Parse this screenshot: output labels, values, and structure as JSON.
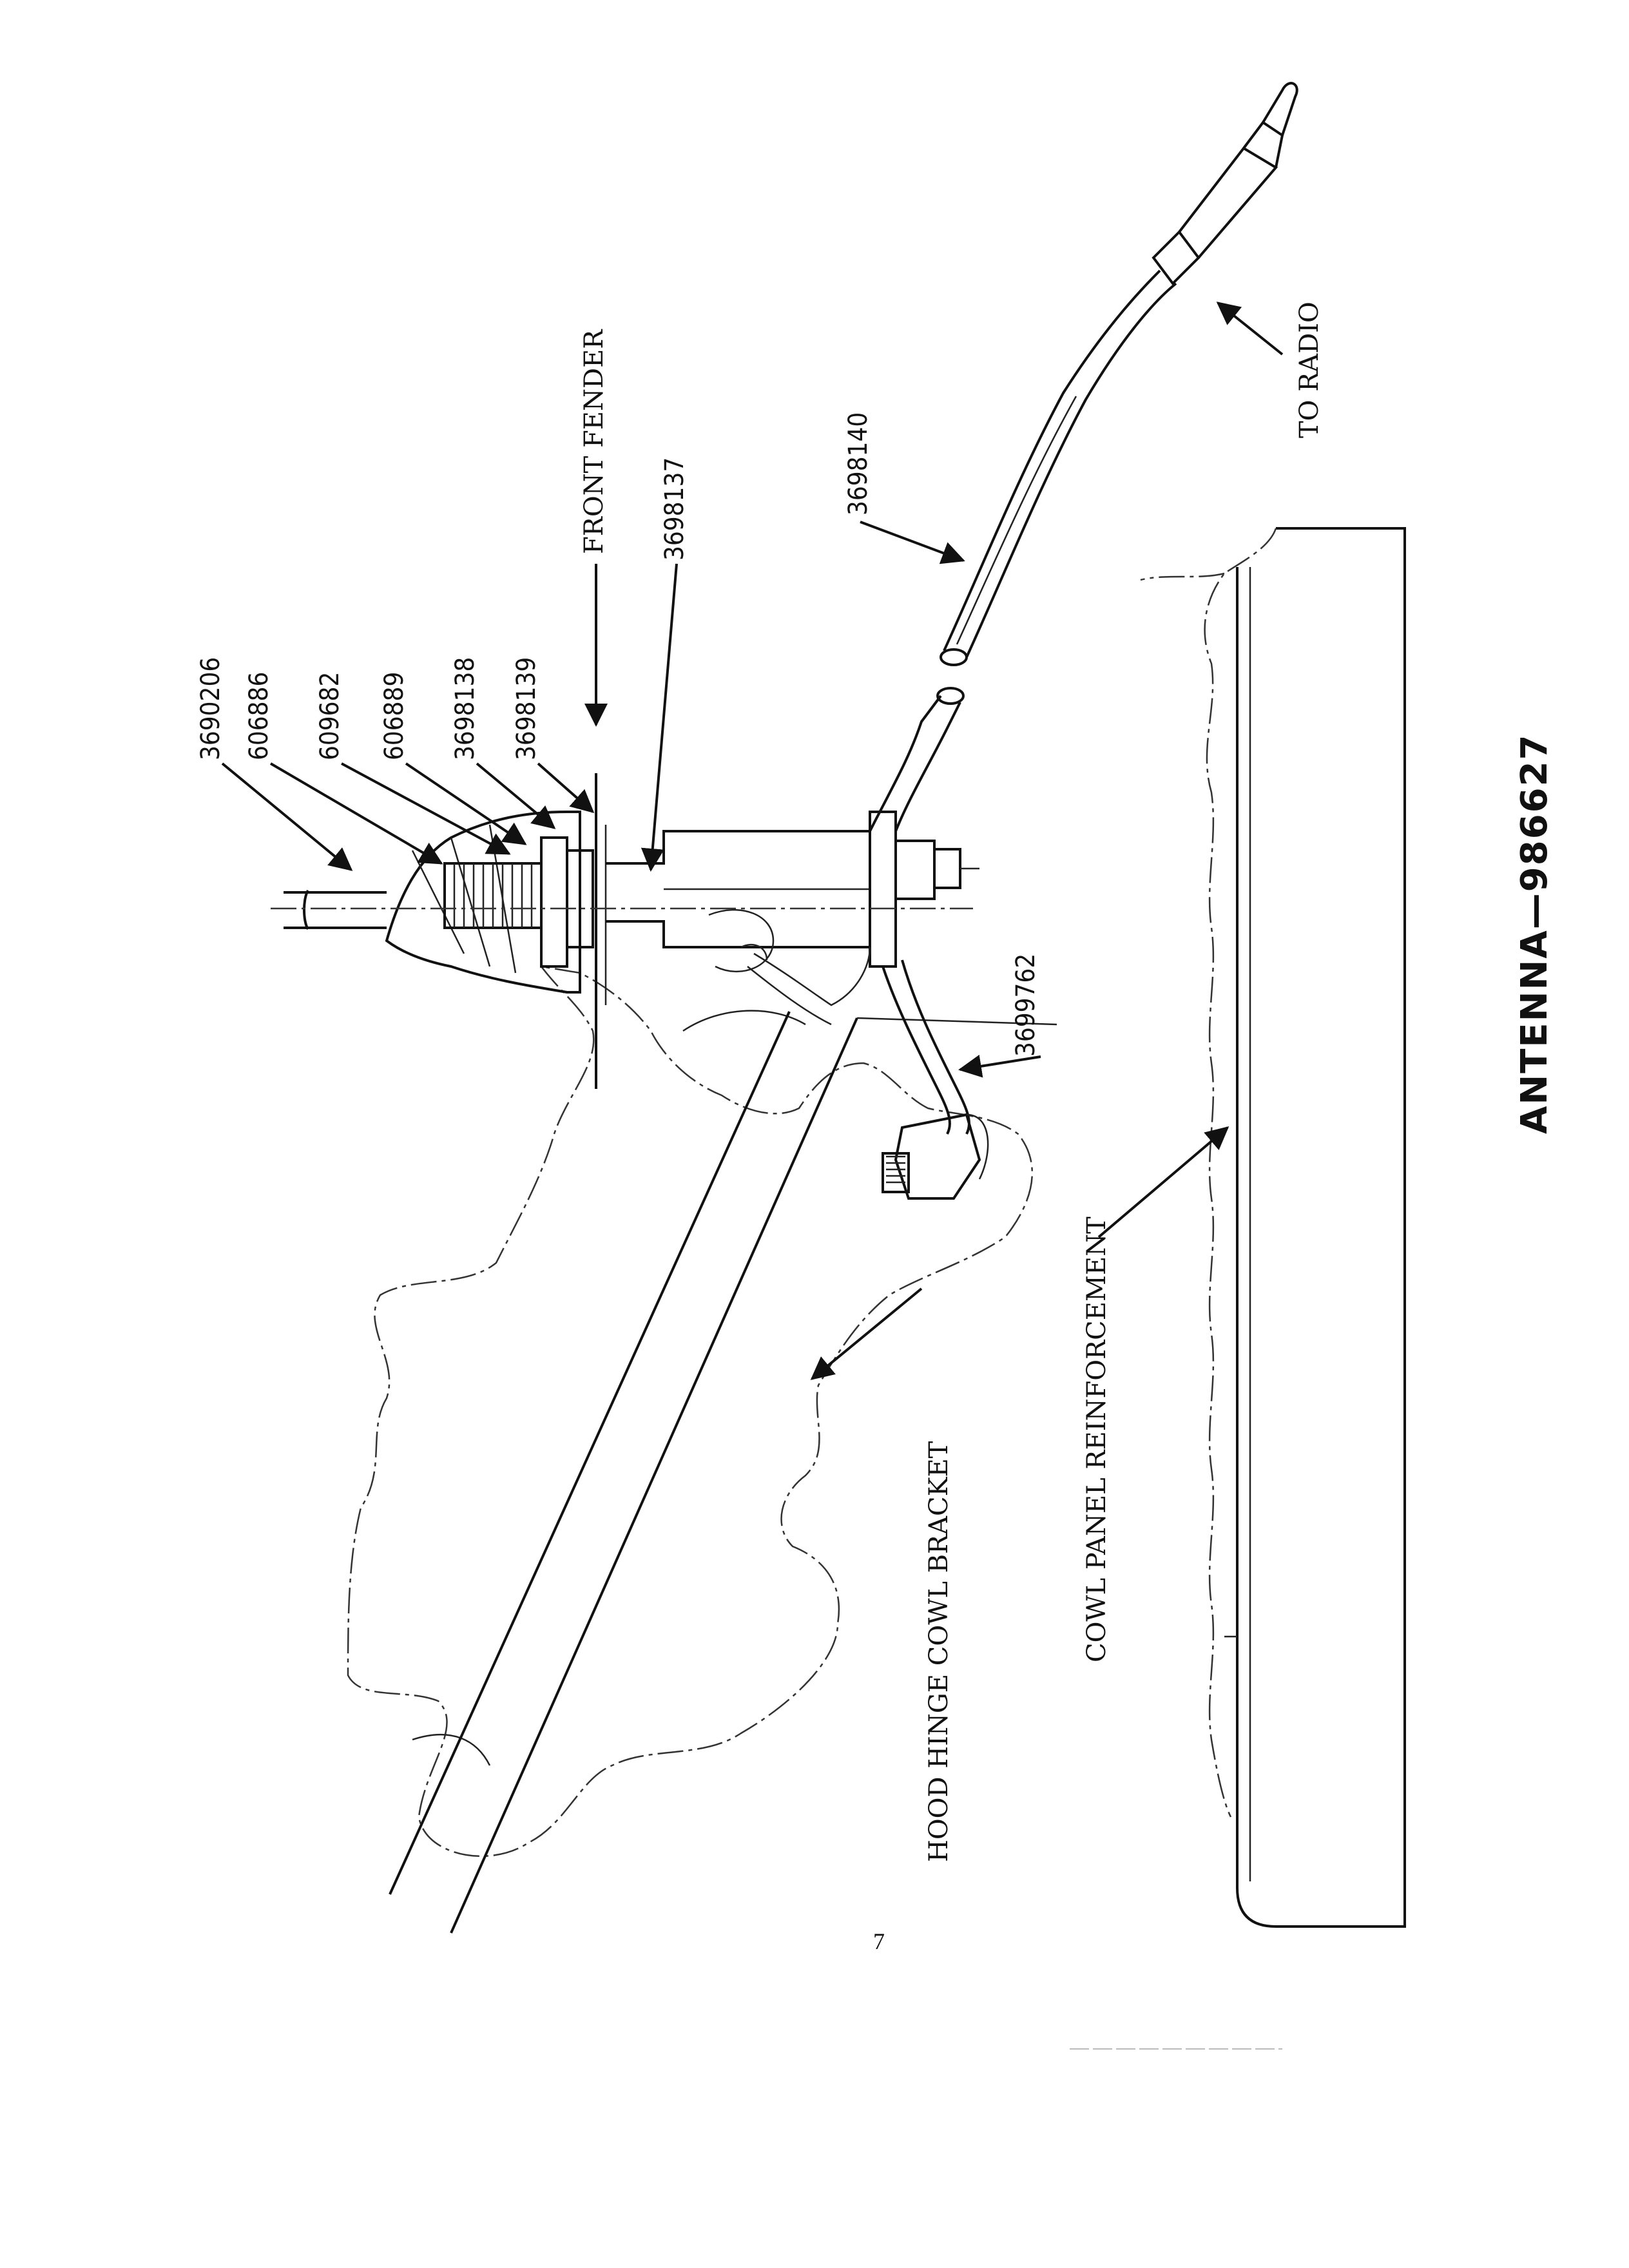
{
  "title": "ANTENNA—986627",
  "page_number": "7",
  "part_numbers": {
    "p1": "3690206",
    "p2": "606886",
    "p3": "609682",
    "p4": "606889",
    "p5": "3698138",
    "p6": "3698139",
    "p7": "3698137",
    "p8": "3698140",
    "p9": "3699762"
  },
  "callouts": {
    "front_fender": "FRONT FENDER",
    "to_radio": "TO RADIO",
    "hood_hinge": "HOOD HINGE COWL BRACKET",
    "cowl_panel": "COWL PANEL REINFORCEMENT"
  }
}
